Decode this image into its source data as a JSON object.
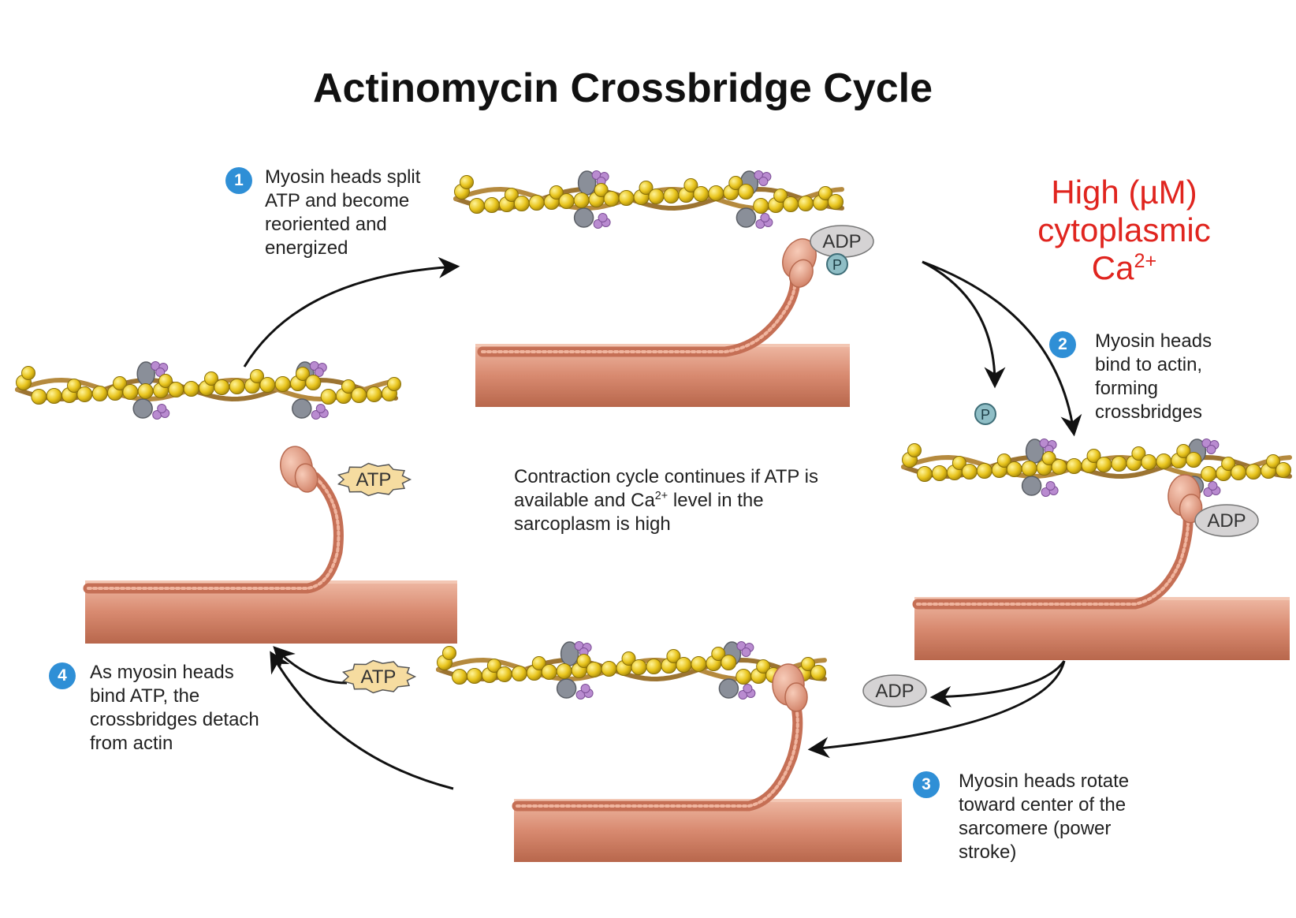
{
  "title": "Actinomycin Crossbridge Cycle",
  "condition": {
    "line1": "High (µM)",
    "line2": "cytoplasmic",
    "line3": "Ca",
    "line3_sup": "2+",
    "color": "#e0251f"
  },
  "steps": [
    {
      "number": "1",
      "text": "Myosin heads split\nATP and become\nreoriented and\nenergized"
    },
    {
      "number": "2",
      "text": "Myosin heads\nbind to actin,\nforming\ncrossbridges"
    },
    {
      "number": "3",
      "text": "Myosin heads rotate\ntoward center of the\nsarcomere (power\nstroke)"
    },
    {
      "number": "4",
      "text": "As myosin heads\nbind ATP, the\ncrossbridges detach\nfrom actin"
    }
  ],
  "center_note": {
    "part1": "Contraction cycle continues if ATP is available and Ca",
    "sup": "2+",
    "part2": " level in the sarcoplasm is high"
  },
  "molecule_labels": {
    "adp": "ADP",
    "atp": "ATP",
    "phosphate": "P"
  },
  "colors": {
    "step_badge": "#2f8fd6",
    "myosin_head": "#e3a08a",
    "thick_filament": "#c56f55",
    "actin_bead": "#e6c31f",
    "actin_strand": "#b58a3e",
    "troponin": "#8a8f99",
    "tropomyosin_dot": "#b98bd0",
    "adp_fill": "#d5d3d4",
    "atp_fill": "#f6dca0"
  }
}
